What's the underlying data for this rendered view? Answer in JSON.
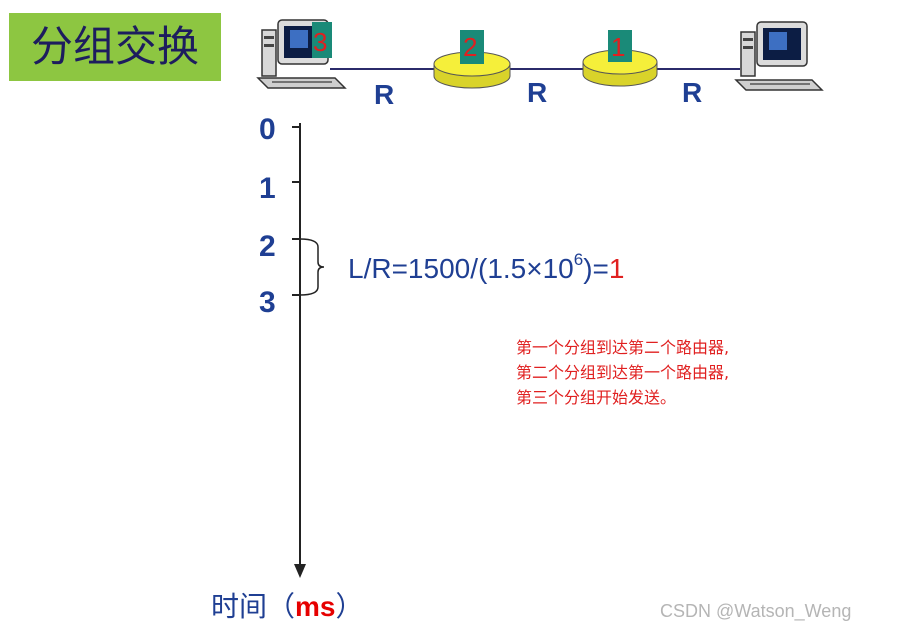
{
  "title": "分组交换",
  "packets": {
    "host_packet": "3",
    "router1_packet": "2",
    "router2_packet": "1"
  },
  "links": [
    "R",
    "R",
    "R"
  ],
  "timeline": {
    "ticks": [
      "0",
      "1",
      "2",
      "3"
    ],
    "formula": {
      "prefix": "L/R=1500/(1.5",
      "times": "×",
      "base": "10",
      "exponent": "6",
      "suffix": ")=",
      "result": "1"
    },
    "axis_label": {
      "prefix": "时间（",
      "unit": "ms",
      "suffix": "）"
    }
  },
  "note": [
    "第一个分组到达第二个路由器,",
    "第二个分组到达第一个路由器,",
    "第三个分组开始发送。"
  ],
  "watermark": "CSDN @Watson_Weng",
  "colors": {
    "title_bg": "#8dc641",
    "text_blue": "#1f3f93",
    "accent_red": "#e02020",
    "router_yellow": "#f5ef3a",
    "packet_teal": "#1a8a78"
  }
}
